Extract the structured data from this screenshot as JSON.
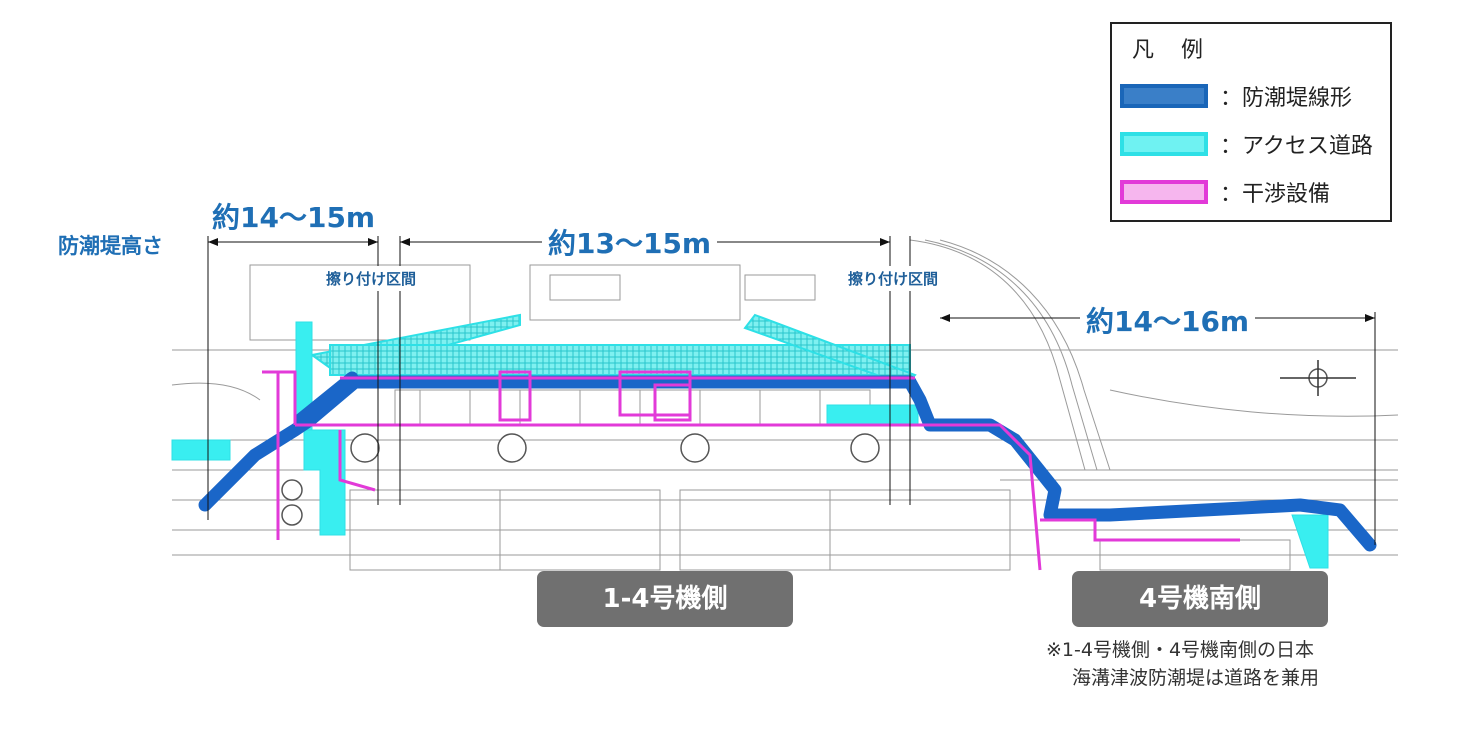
{
  "legend": {
    "title": "凡 例",
    "items": [
      {
        "label": "：防潮堤線形",
        "fill": "#3a7fc8",
        "border": "#1a66b8"
      },
      {
        "label": "：アクセス道路",
        "fill": "#6ff2f2",
        "border": "#2ee0e6"
      },
      {
        "label": "：干渉設備",
        "fill": "#f6b6ee",
        "border": "#e23ad8"
      }
    ]
  },
  "labels": {
    "height_title": "防潮堤高さ",
    "dim_left": "約14～15m",
    "dim_middle": "約13～15m",
    "dim_right": "約14～16m",
    "transition_left": "擦り付け区間",
    "transition_right": "擦り付け区間"
  },
  "badges": {
    "units_1_4": "1-4号機側",
    "unit_4_south": "4号機南側"
  },
  "note": {
    "line1": "※1-4号機側・4号機南側の日本",
    "line2": "海溝津波防潮堤は道路を兼用"
  },
  "colors": {
    "seawall": "#1a66c8",
    "access_road": "#39eef0",
    "interference": "#e23ad8",
    "dimension_text": "#1f6fb5",
    "badge_bg": "#707070"
  }
}
